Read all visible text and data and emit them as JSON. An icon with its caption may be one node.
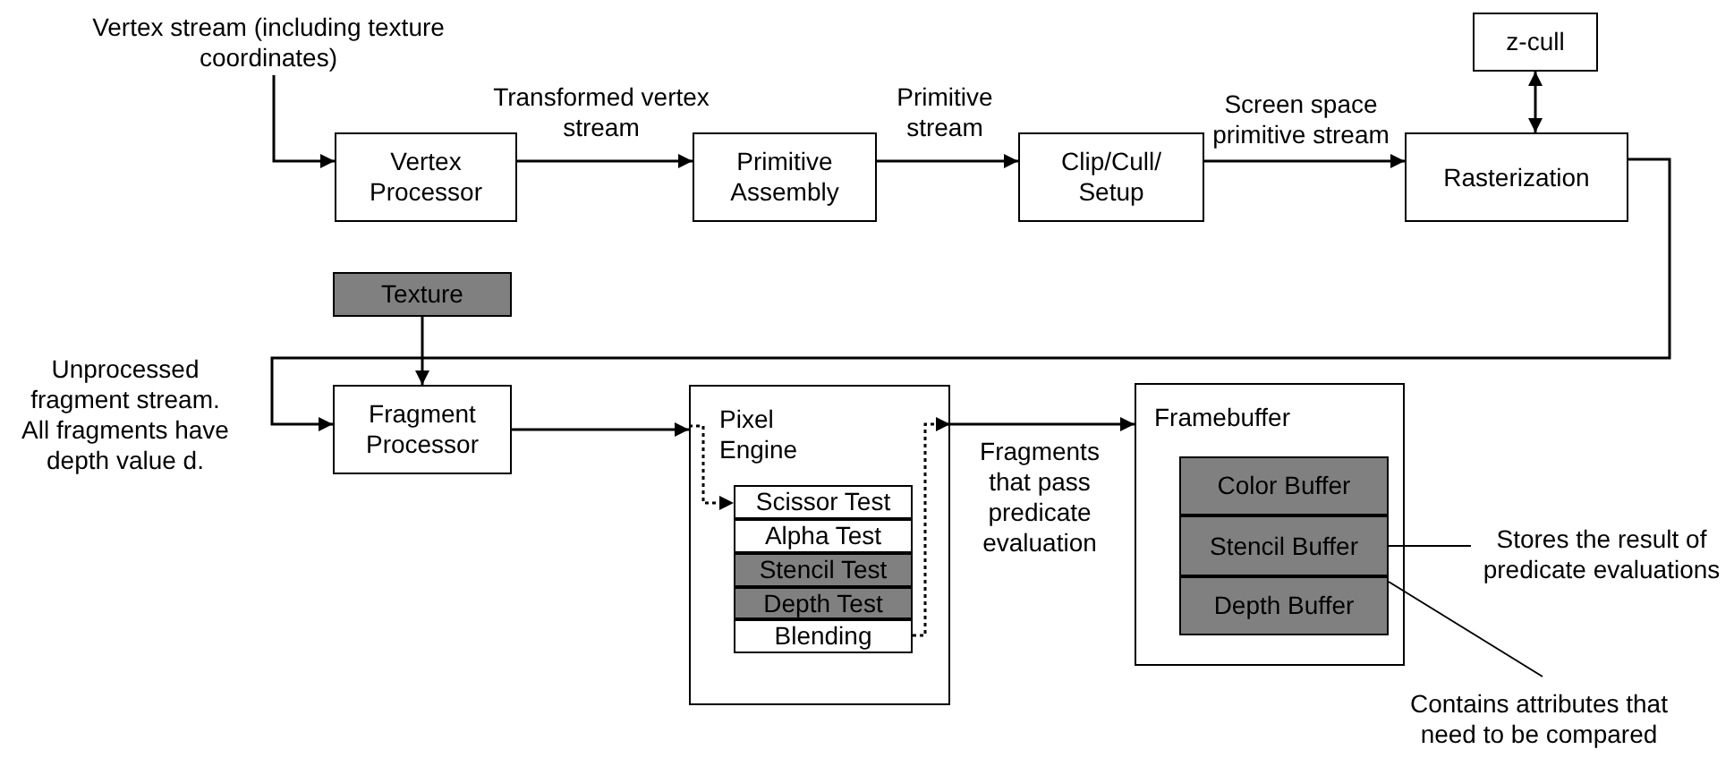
{
  "diagram": {
    "nodes": [
      {
        "text": [
          "Vertex stream (including texture coordinates)"
        ]
      },
      {
        "text": [
          "Vertex Processor"
        ]
      },
      {
        "text": [
          "Primitive Assembly"
        ]
      },
      {
        "text": [
          "Clip/Cull/ Setup"
        ]
      },
      {
        "text": [
          "z-cull"
        ]
      },
      {
        "text": [
          "Rasterization"
        ]
      },
      {
        "text": [
          "Texture"
        ]
      },
      {
        "text": [
          "Fragment Processor"
        ]
      },
      {
        "text": [
          "Pixel Engine"
        ]
      },
      {
        "text": [
          "Scissor Test"
        ],
        "in": 8
      },
      {
        "text": [
          "Alpha Test"
        ],
        "in": 8
      },
      {
        "text": [
          "Stencil Test"
        ],
        "in": 8
      },
      {
        "text": [
          "Depth Test"
        ],
        "in": 8
      },
      {
        "text": [
          "Blending"
        ],
        "in": 8
      },
      {
        "text": [
          "Framebuffer"
        ]
      },
      {
        "text": [
          "Color Buffer"
        ],
        "in": 14
      },
      {
        "text": [
          "Stencil Buffer"
        ],
        "in": 14
      },
      {
        "text": [
          "Depth Buffer"
        ],
        "in": 14
      },
      {
        "text": [
          "Stores the result of predicate evaluations"
        ]
      },
      {
        "text": [
          "Contains attributes that need to be compared"
        ]
      }
    ],
    "edges": [
      {
        "from": 0,
        "to": 1,
        "arrow": "to"
      },
      {
        "from": 1,
        "to": 2,
        "arrow": "to",
        "label": "Transformed vertex stream"
      },
      {
        "from": 2,
        "to": 3,
        "arrow": "to",
        "label": "Primitive stream"
      },
      {
        "from": 3,
        "to": 5,
        "arrow": "to",
        "label": "Screen space primitive stream"
      },
      {
        "from": 4,
        "to": 5,
        "arrow": "both"
      },
      {
        "from": 5,
        "to": 7,
        "arrow": "to",
        "label": "Unprocessed fragment stream. All fragments have depth value d."
      },
      {
        "from": 6,
        "to": 7,
        "arrow": "to"
      },
      {
        "from": 7,
        "to": 8,
        "arrow": "to"
      },
      {
        "from": 8,
        "to": 9,
        "arrow": "to",
        "style": "dashed"
      },
      {
        "from": 13,
        "to": 8,
        "arrow": "to",
        "style": "dashed"
      },
      {
        "from": 8,
        "to": 14,
        "arrow": "to",
        "label": "Fragments that pass predicate evaluation"
      },
      {
        "from": 18,
        "to": 16,
        "arrow": "none"
      },
      {
        "from": 19,
        "to": 17,
        "arrow": "none"
      }
    ]
  }
}
